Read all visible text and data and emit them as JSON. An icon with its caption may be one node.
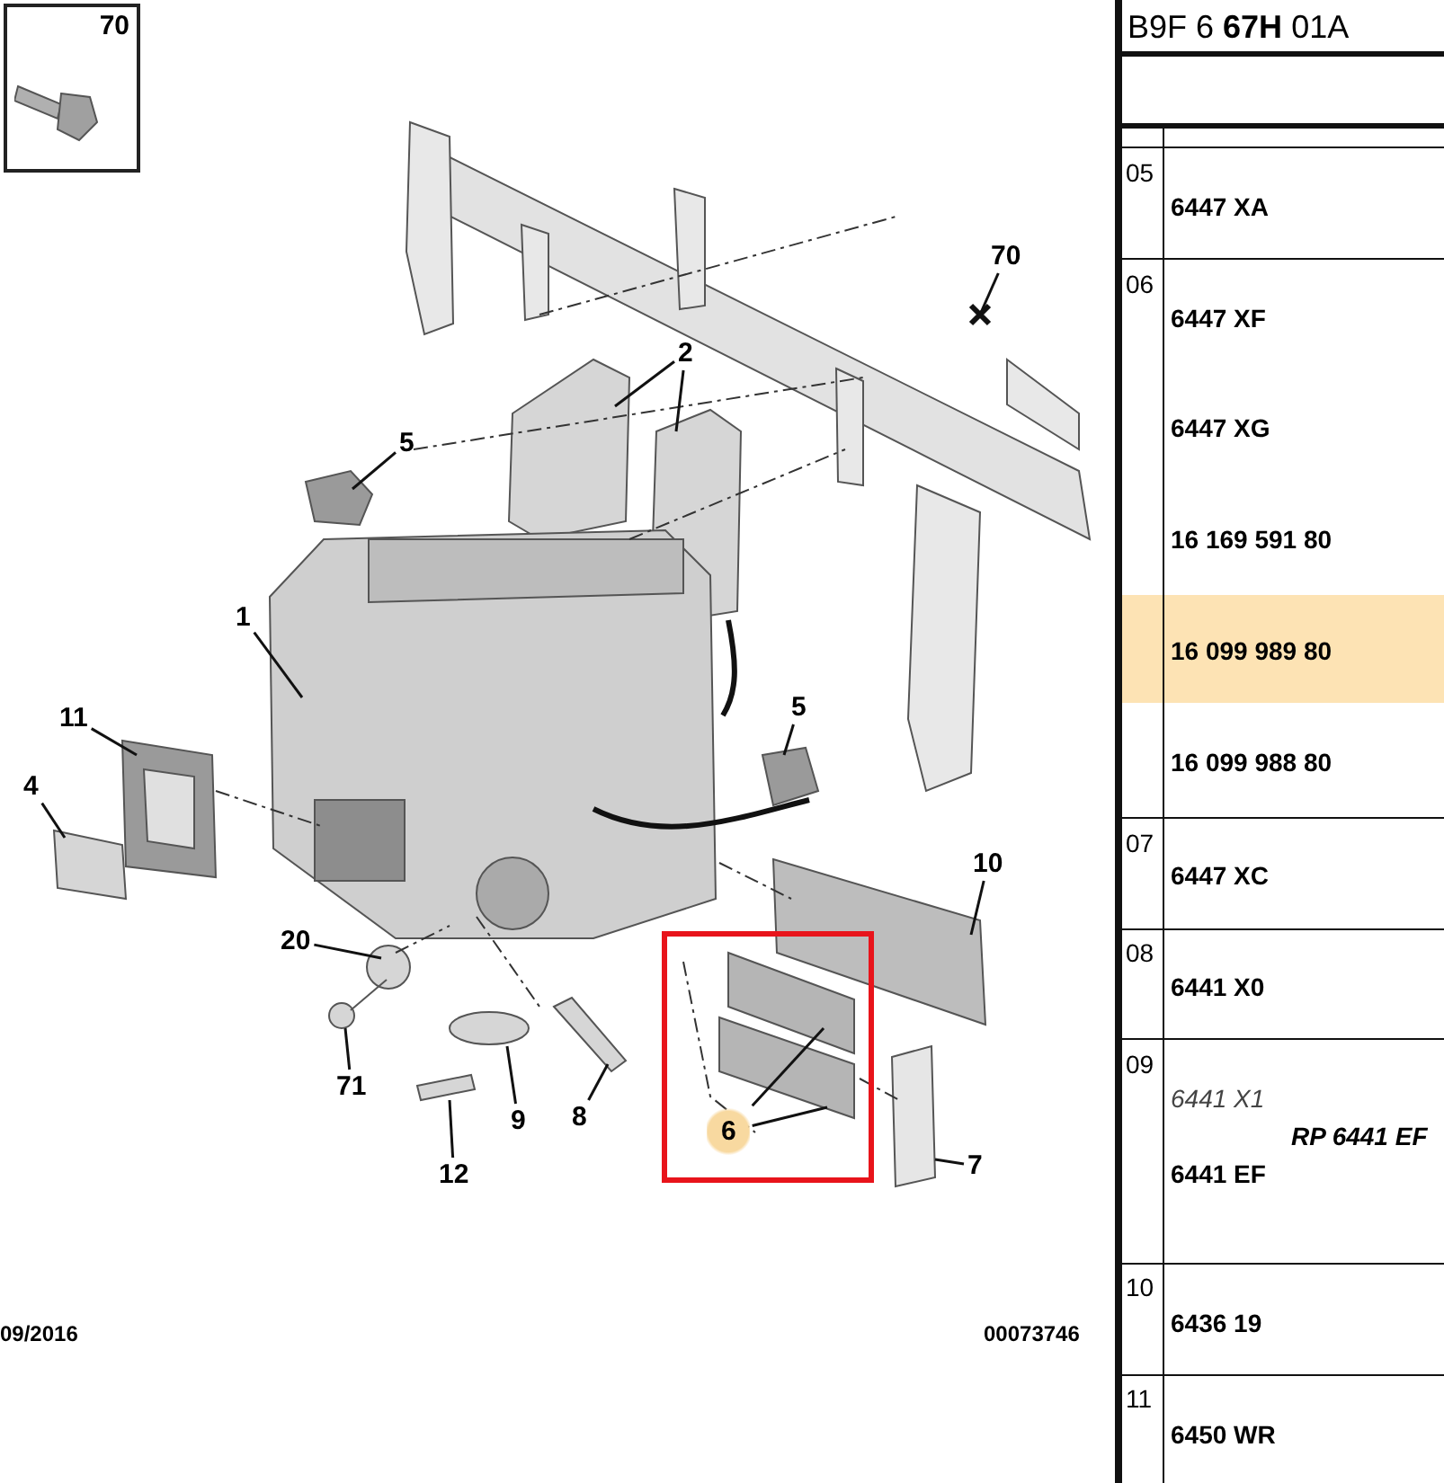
{
  "diagram": {
    "nodes": [
      {
        "text": [
          "70"
        ]
      },
      {
        "text": [
          "70"
        ]
      },
      {
        "text": [
          "2"
        ]
      },
      {
        "text": [
          "5"
        ]
      },
      {
        "text": [
          "1"
        ]
      },
      {
        "text": [
          "11"
        ]
      },
      {
        "text": [
          "5"
        ]
      },
      {
        "text": [
          "4"
        ]
      },
      {
        "text": [
          "10"
        ]
      },
      {
        "text": [],
        "shape": "box"
      },
      {
        "text": [
          "20"
        ]
      },
      {
        "text": [
          "6"
        ],
        "in": 9
      },
      {
        "text": [
          "71"
        ]
      },
      {
        "text": [
          "9"
        ]
      },
      {
        "text": [
          "8"
        ]
      },
      {
        "text": [
          "7"
        ]
      },
      {
        "text": [
          "12"
        ]
      }
    ],
    "edges": [
      {
        "from": 1,
        "to": null,
        "arrow": "none"
      },
      {
        "from": 2,
        "to": null,
        "arrow": "none"
      },
      {
        "from": 2,
        "to": null,
        "arrow": "none"
      },
      {
        "from": 3,
        "to": null,
        "arrow": "none"
      },
      {
        "from": 4,
        "to": null,
        "arrow": "none"
      },
      {
        "from": 5,
        "to": null,
        "arrow": "none"
      },
      {
        "from": 6,
        "to": null,
        "arrow": "none"
      },
      {
        "from": 7,
        "to": null,
        "arrow": "none"
      },
      {
        "from": 8,
        "to": null,
        "arrow": "none"
      },
      {
        "from": 10,
        "to": null,
        "arrow": "none"
      },
      {
        "from": 11,
        "to": null,
        "arrow": "none"
      },
      {
        "from": 11,
        "to": null,
        "arrow": "none"
      },
      {
        "from": 12,
        "to": null,
        "arrow": "none"
      },
      {
        "from": 13,
        "to": null,
        "arrow": "none"
      },
      {
        "from": 14,
        "to": null,
        "arrow": "none"
      },
      {
        "from": 15,
        "to": null,
        "arrow": "none"
      },
      {
        "from": 16,
        "to": null,
        "arrow": "none"
      }
    ],
    "labels": [
      "B9F 6 **67H** 01A",
      "05",
      "6447 XA",
      "06",
      "6447 XF",
      "6447 XG",
      "16 169 591 80",
      "16 099 989 80",
      "16 099 988 80",
      "07",
      "6447 XC",
      "08",
      "6441 X0",
      "09",
      "6441 X1",
      "RP 6441 EF",
      "6441 EF",
      "10",
      "6436 19",
      "11",
      "6450 WR",
      "09/2016",
      "00073746"
    ]
  }
}
